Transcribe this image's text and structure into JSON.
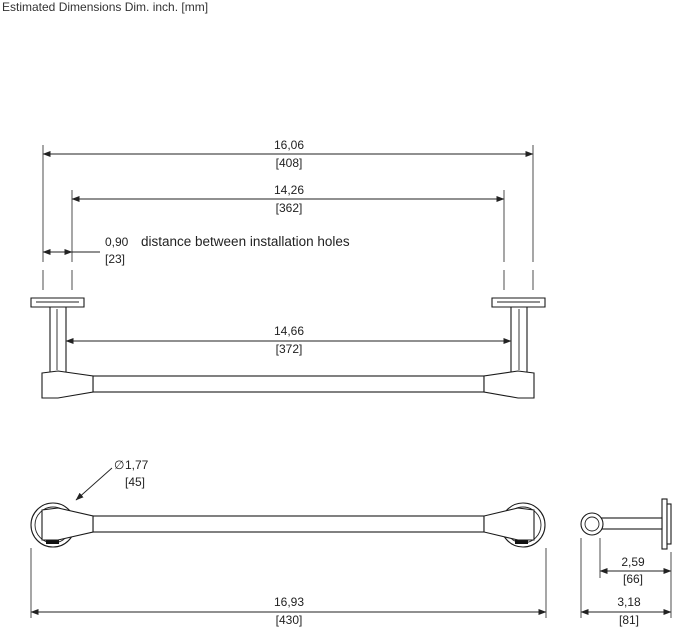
{
  "header": {
    "title": "Estimated Dimensions Dim. inch. [mm]"
  },
  "front_view": {
    "overall_width": {
      "inch": "16,06",
      "mm": "[408]"
    },
    "hole_distance": {
      "inch": "14,26",
      "mm": "[362]"
    },
    "hole_offset": {
      "inch": "0,90",
      "mm": "[23]",
      "note": "distance between installation holes"
    },
    "bar_length": {
      "inch": "14,66",
      "mm": "[372]"
    }
  },
  "bottom_view": {
    "flange_diameter": {
      "inch": "1,77",
      "mm": "[45]",
      "symbol": "∅"
    },
    "total_length": {
      "inch": "16,93",
      "mm": "[430]"
    }
  },
  "side_view": {
    "bar_projection": {
      "inch": "2,59",
      "mm": "[66]"
    },
    "total_depth": {
      "inch": "3,18",
      "mm": "[81]"
    }
  },
  "colors": {
    "line": "#222222",
    "background": "#ffffff"
  }
}
